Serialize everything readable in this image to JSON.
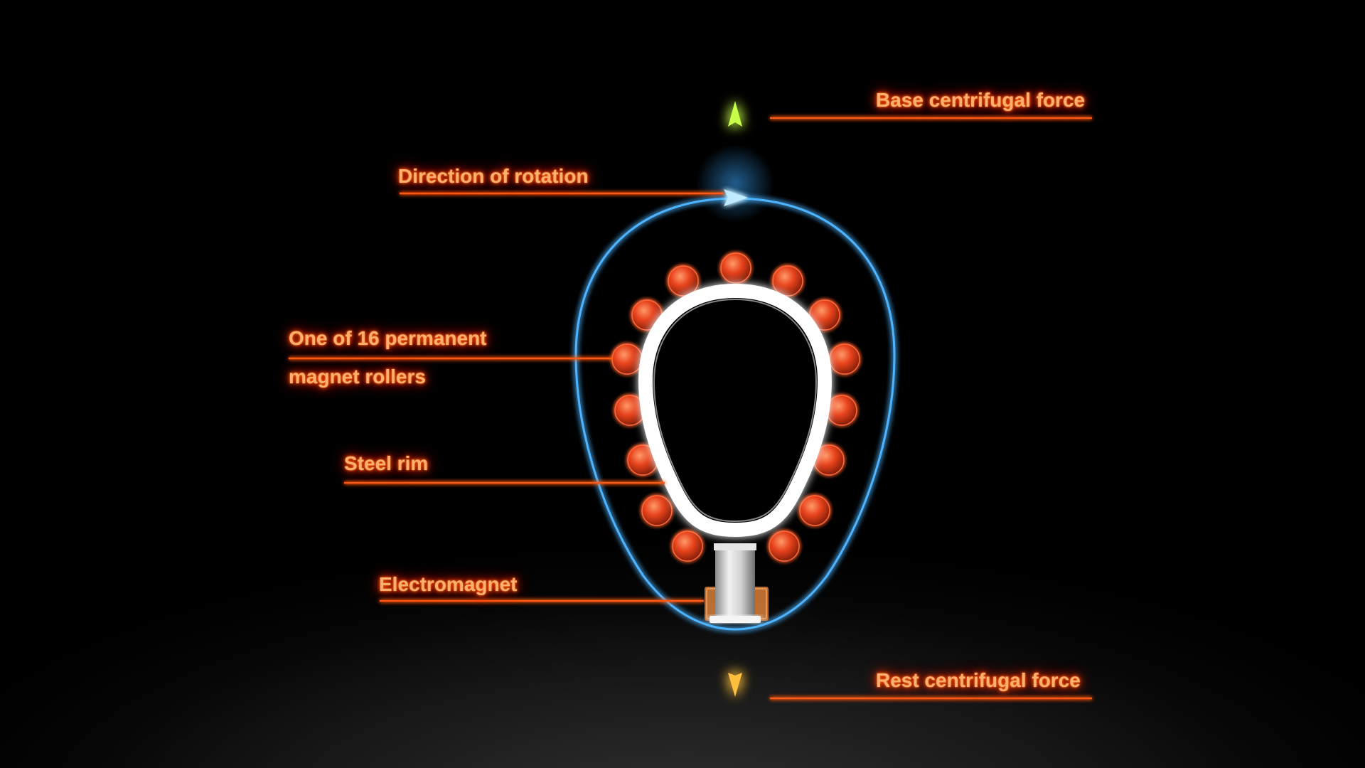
{
  "labels": {
    "base_force": "Base centrifugal force",
    "rotation": "Direction of rotation",
    "rollers_line1": "One of 16 permanent",
    "rollers_line2": "magnet rollers",
    "steel_rim": "Steel rim",
    "electromagnet": "Electromagnet",
    "rest_force": "Rest centrifugal force"
  },
  "icons": {
    "up_arrow": "arrow-up-icon",
    "down_arrow": "arrow-down-icon",
    "rotation_arrow": "arrow-right-icon"
  },
  "roller_count": 16,
  "colors": {
    "label_text": "#ffb070",
    "glow": "#ff4a00",
    "leader_line": "#ff5a14",
    "orbit": "#3aa8ff",
    "roller": "#e8431c",
    "rim": "#ffffff",
    "base_force_arrow": "#8cff2a",
    "rest_force_arrow": "#ffb020",
    "rotation_arrow": "#7fd4ff"
  }
}
